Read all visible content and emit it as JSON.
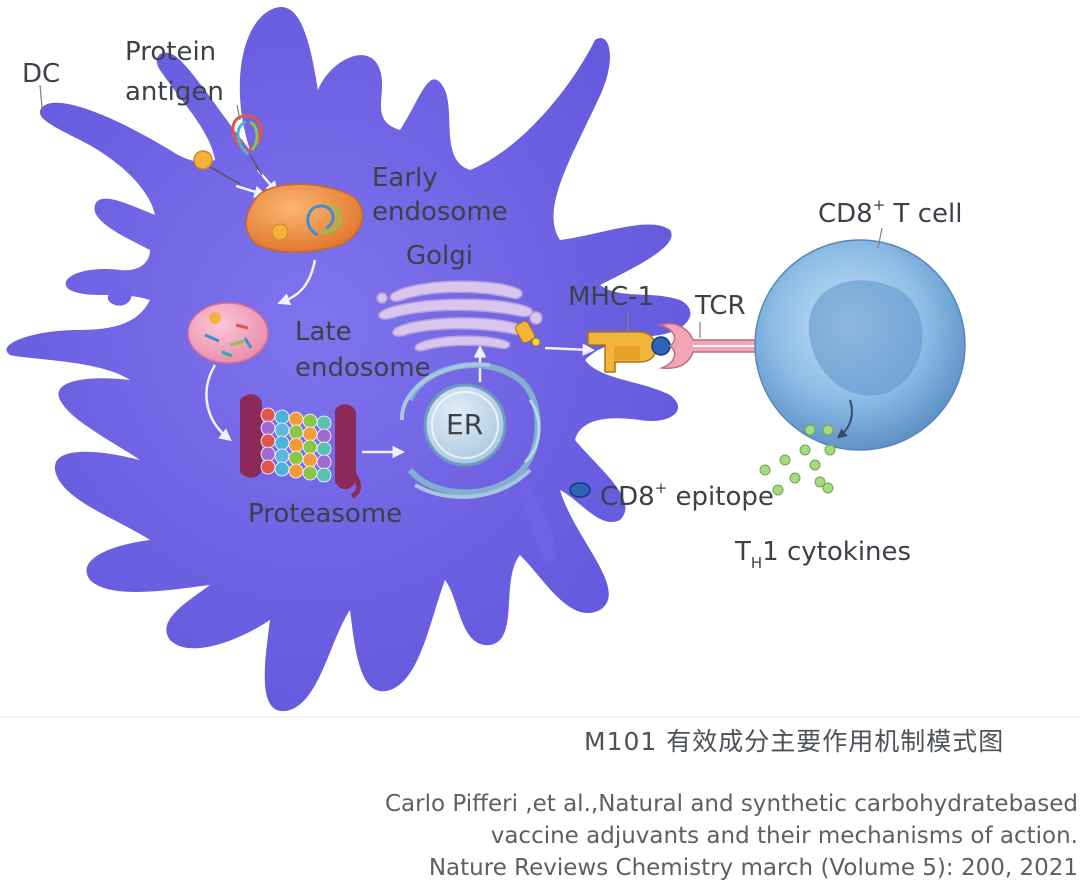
{
  "diagram": {
    "labels": {
      "dc": "DC",
      "protein_antigen_1": "Protein",
      "protein_antigen_2": "antigen",
      "early_endosome_1": "Early",
      "early_endosome_2": "endosome",
      "golgi": "Golgi",
      "late_endosome_1": "Late",
      "late_endosome_2": "endosome",
      "er": "ER",
      "proteasome": "Proteasome",
      "mhc1": "MHC-1",
      "tcr": "TCR",
      "cd8_t_cell_pre": "CD8",
      "cd8_t_cell_sup": "+",
      "cd8_t_cell_post": " T cell",
      "cd8_epitope_pre": "CD8",
      "cd8_epitope_sup": "+",
      "cd8_epitope_post": " epitope",
      "th1_t": "T",
      "th1_sub": "H",
      "th1_post": "1 cytokines"
    },
    "colors": {
      "dendritic_cell": "#6f62e6",
      "early_endosome": "#f08a3c",
      "late_endosome": "#f3a4c0",
      "golgi": "#d7c4ee",
      "er": "#9fc1d9",
      "t_cell": "#7fb2df",
      "cytokines": "#9fd37a",
      "epitope": "#2f63b8",
      "mhc": "#f0b53a",
      "tcr": "#f2a5b5"
    }
  },
  "caption": {
    "title": "M101 有效成分主要作用机制模式图",
    "citation_lines": [
      "Carlo Pifferi ,et al.,Natural and synthetic carbohydratebased",
      "vaccine adjuvants and their mechanisms of action.",
      "Nature Reviews Chemistry march (Volume 5): 200, 2021"
    ]
  }
}
